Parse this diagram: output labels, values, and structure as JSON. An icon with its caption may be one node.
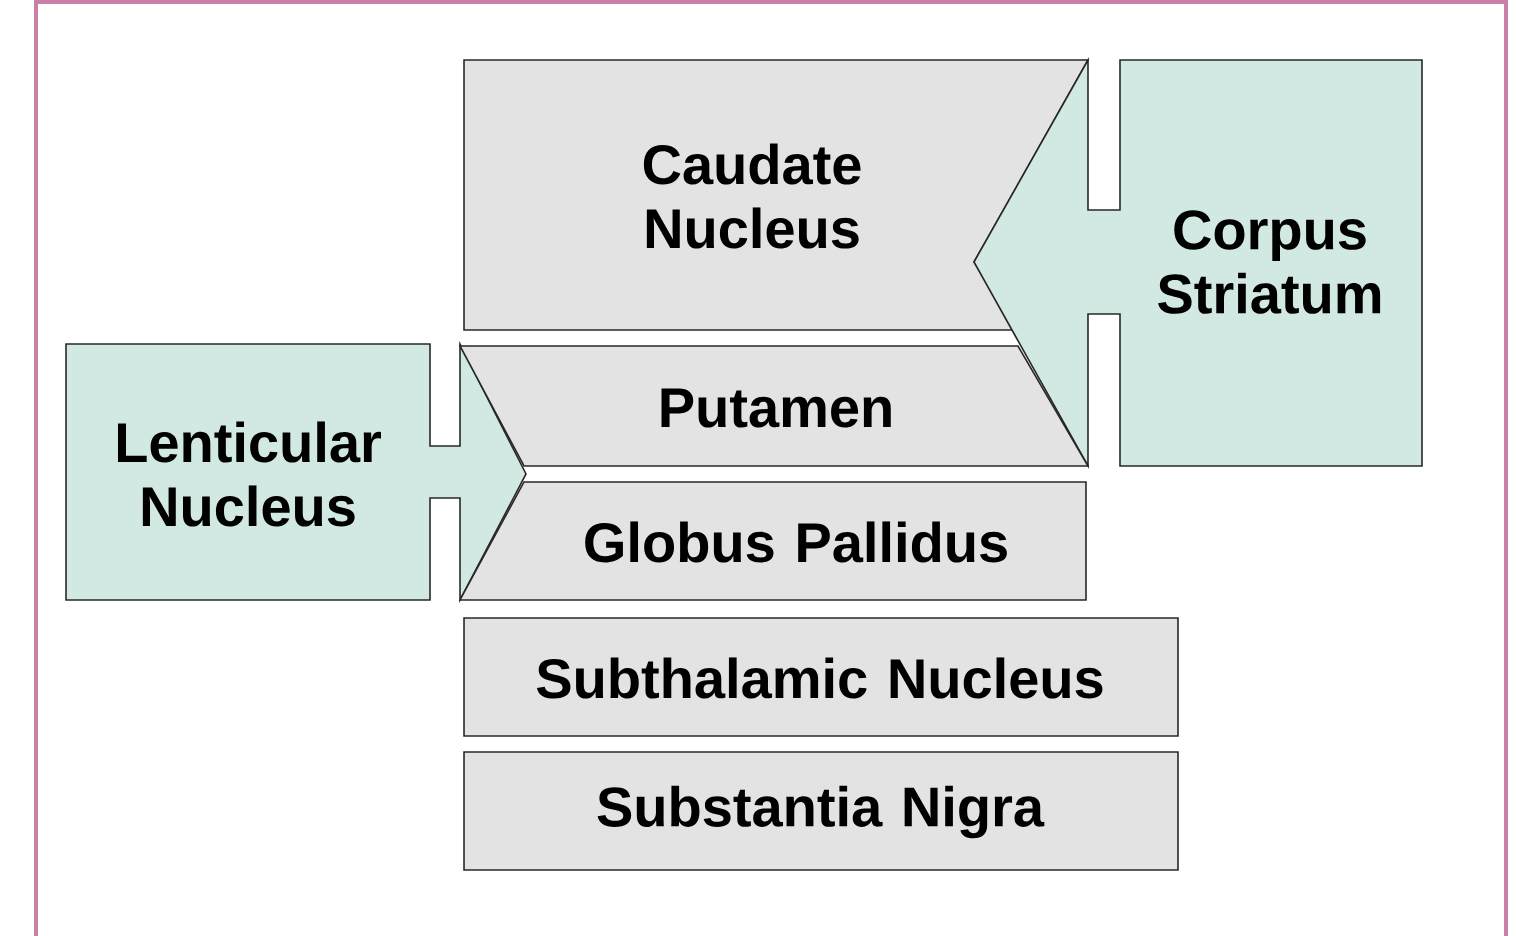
{
  "diagram": {
    "nodes": [
      {
        "text": [
          "Caudate Nucleus"
        ]
      },
      {
        "text": [
          "Corpus Striatum"
        ]
      },
      {
        "text": [
          "Lenticular Nucleus"
        ]
      },
      {
        "text": [
          "Putamen"
        ]
      },
      {
        "text": [
          "Globus Pallidus"
        ]
      },
      {
        "text": [
          "Subthalamic Nucleus"
        ]
      },
      {
        "text": [
          "Substantia Nigra"
        ]
      }
    ]
  }
}
